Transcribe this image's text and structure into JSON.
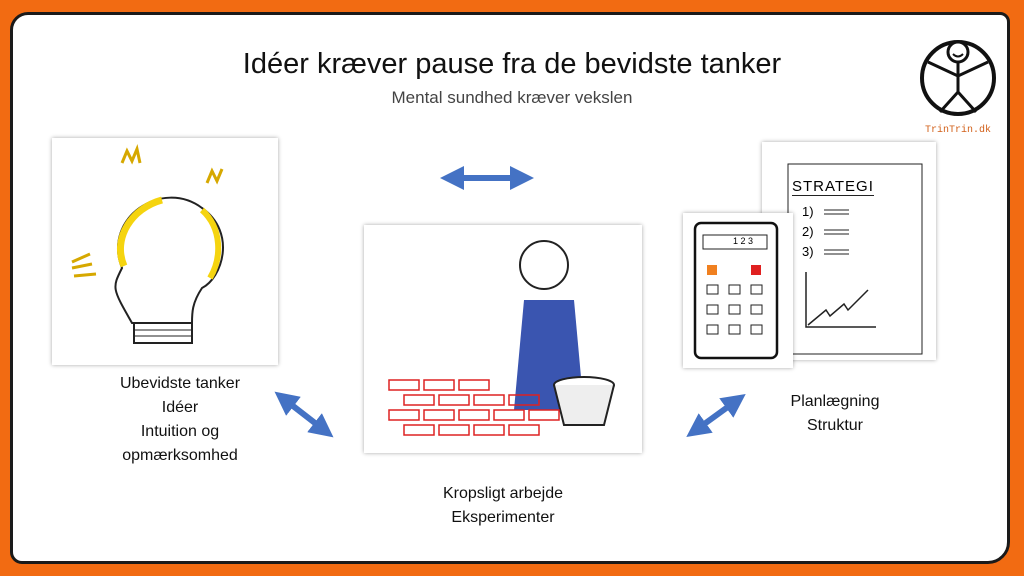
{
  "title": "Idéer kræver pause fra de bevidste tanker",
  "subtitle": "Mental sundhed kræver vekslen",
  "logo": {
    "text": "TrinTrin.dk"
  },
  "left_label": [
    "Ubevidste tanker",
    "Idéer",
    "Intuition og",
    "opmærksomhed"
  ],
  "center_label": [
    "Kropsligt arbejde",
    "Eksperimenter"
  ],
  "right_label": [
    "Planlægning",
    "Struktur"
  ],
  "strategy": {
    "heading": "STRATEGI",
    "items": [
      "1)",
      "2)",
      "3)"
    ]
  },
  "calculator": {
    "display": "1 2 3"
  },
  "colors": {
    "border": "#f26b12",
    "arrow": "#4472c4"
  }
}
